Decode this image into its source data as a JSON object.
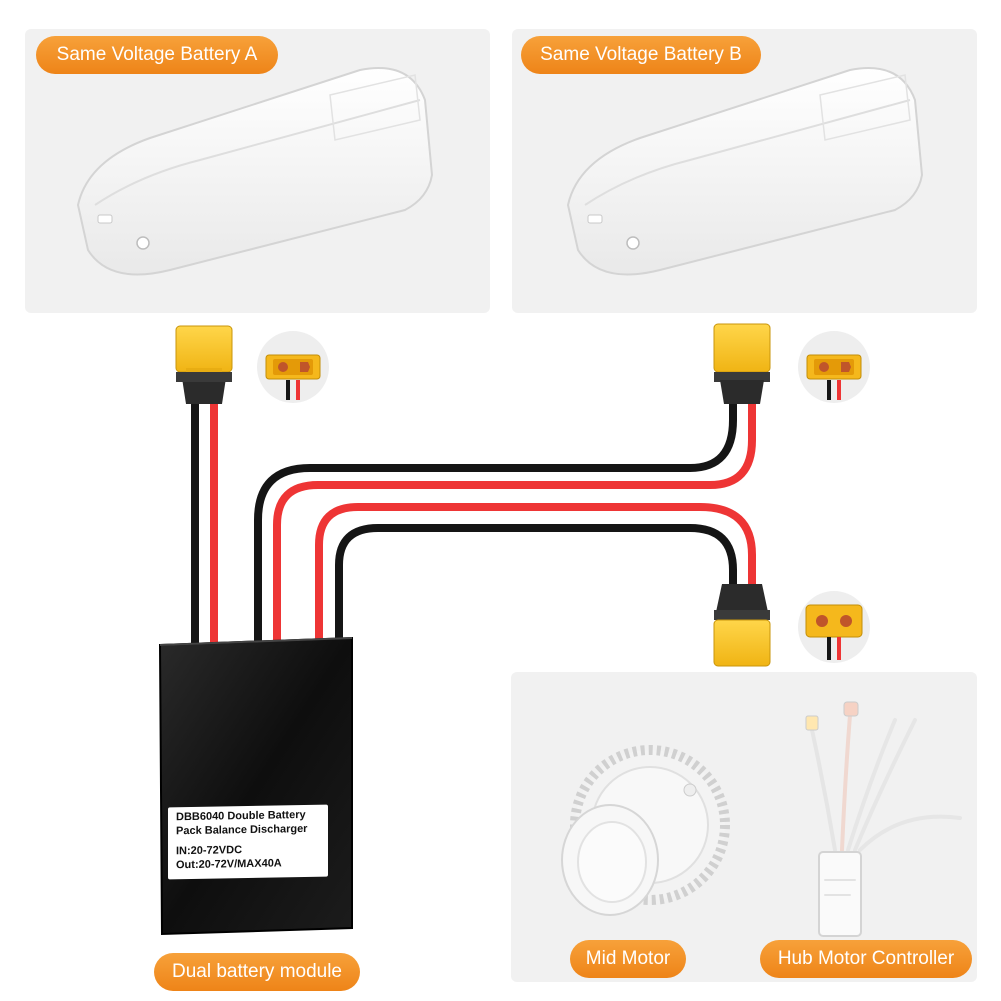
{
  "labels": {
    "battery_a": "Same Voltage Battery A",
    "battery_b": "Same Voltage Battery B",
    "module": "Dual battery module",
    "mid_motor": "Mid Motor",
    "hub_controller": "Hub Motor Controller"
  },
  "module_label": {
    "line1": "DBB6040 Double Battery",
    "line2": "Pack Balance Discharger",
    "line3": "IN:20-72VDC",
    "line4": "Out:20-72V/MAX40A"
  },
  "colors": {
    "accent": "#f08a1e",
    "panel": "#f1f1f1",
    "wire_red": "#ef3a3a",
    "wire_black": "#1a1a1a",
    "connector_yellow": "#f7c325",
    "module_body": "#111111"
  },
  "icons": {
    "battery": "battery-pack-icon",
    "connector": "xt-connector-icon",
    "motor": "mid-motor-icon",
    "controller": "motor-controller-icon"
  }
}
